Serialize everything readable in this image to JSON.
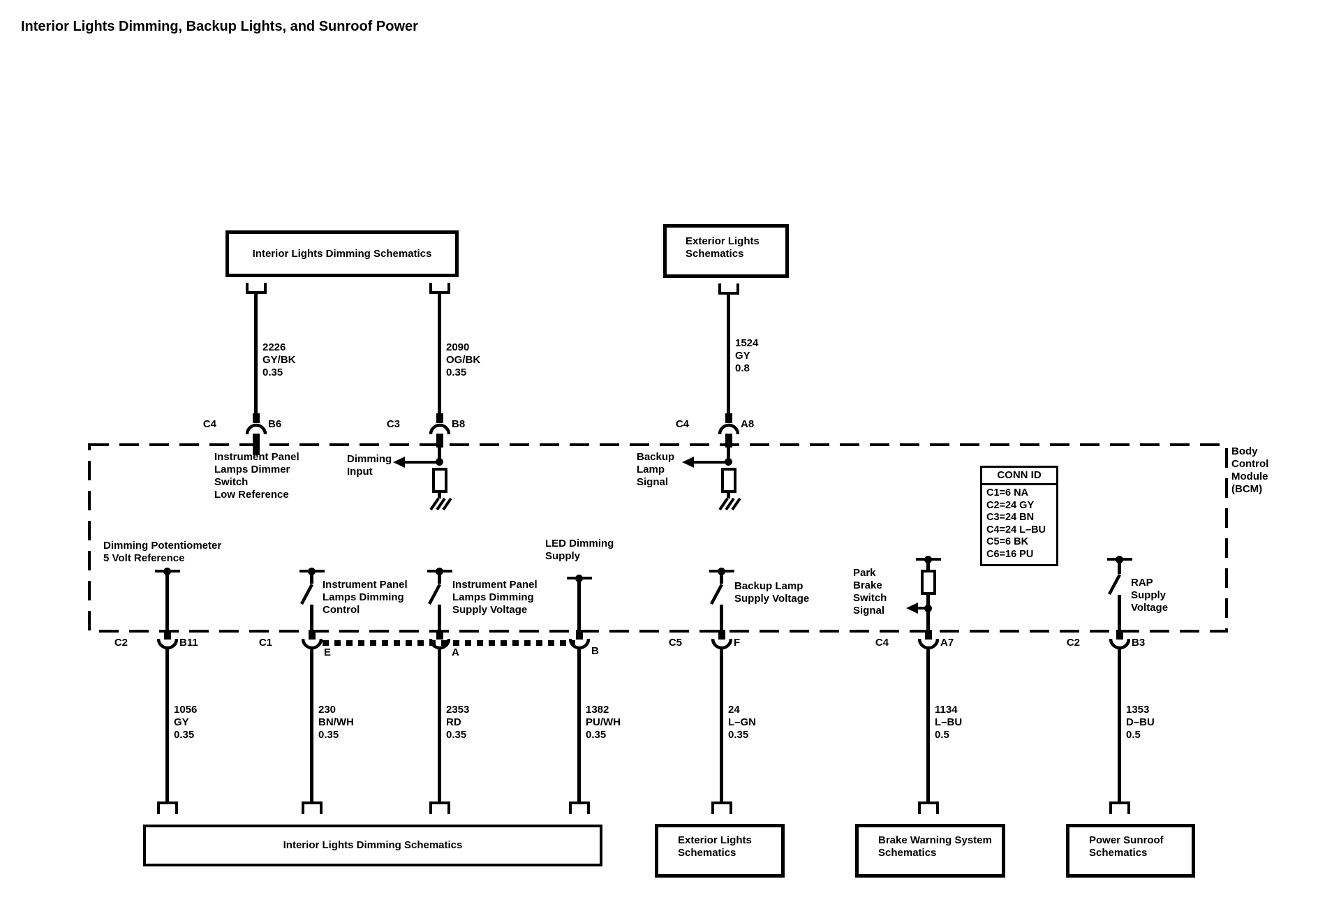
{
  "title": "Interior Lights Dimming, Backup Lights, and Sunroof Power",
  "top_boxes": [
    {
      "label": "Interior Lights Dimming Schematics"
    },
    {
      "label_lines": [
        "Exterior Lights",
        "Schematics"
      ]
    }
  ],
  "bottom_boxes": [
    {
      "label": "Interior Lights Dimming Schematics"
    },
    {
      "label_lines": [
        "Exterior Lights",
        "Schematics"
      ]
    },
    {
      "label_lines": [
        "Brake Warning System",
        "Schematics"
      ]
    },
    {
      "label_lines": [
        "Power Sunroof",
        "Schematics"
      ]
    }
  ],
  "bcm": {
    "name_lines": [
      "Body",
      "Control",
      "Module",
      "(BCM)"
    ],
    "conn_id": {
      "header": "CONN ID",
      "rows": [
        "C1=6 NA",
        "C2=24 GY",
        "C3=24 BN",
        "C4=24 L–BU",
        "C5=6 BK",
        "C6=16 PU"
      ]
    }
  },
  "top_circuits": [
    {
      "wire": [
        "2226",
        "GY/BK",
        "0.35"
      ],
      "conn_left": "C4",
      "conn_right": "B6",
      "bcm_label": [
        "Instrument Panel",
        "Lamps Dimmer",
        "Switch",
        "Low Reference"
      ]
    },
    {
      "wire": [
        "2090",
        "OG/BK",
        "0.35"
      ],
      "conn_left": "C3",
      "conn_right": "B8",
      "bcm_label": [
        "Dimming",
        "Input"
      ]
    },
    {
      "wire": [
        "1524",
        "GY",
        "0.8"
      ],
      "conn_left": "C4",
      "conn_right": "A8",
      "bcm_label": [
        "Backup",
        "Lamp",
        "Signal"
      ]
    }
  ],
  "bottom_circuits": [
    {
      "bcm_label": [
        "Dimming Potentiometer",
        "5 Volt Reference"
      ],
      "conn_left": "C2",
      "conn_right": "B11",
      "wire": [
        "1056",
        "GY",
        "0.35"
      ]
    },
    {
      "bcm_label": [
        "Instrument Panel",
        "Lamps Dimming",
        "Control"
      ],
      "conn_left": "C1",
      "conn_right": "E",
      "wire": [
        "230",
        "BN/WH",
        "0.35"
      ]
    },
    {
      "bcm_label": [
        "Instrument Panel",
        "Lamps Dimming",
        "Supply Voltage"
      ],
      "conn_left": "",
      "conn_right": "A",
      "wire": [
        "2353",
        "RD",
        "0.35"
      ]
    },
    {
      "bcm_label": [
        "LED Dimming",
        "Supply"
      ],
      "conn_left": "",
      "conn_right": "B",
      "wire": [
        "1382",
        "PU/WH",
        "0.35"
      ]
    },
    {
      "bcm_label": [
        "Backup Lamp",
        "Supply Voltage"
      ],
      "conn_left": "C5",
      "conn_right": "F",
      "wire": [
        "24",
        "L–GN",
        "0.35"
      ]
    },
    {
      "bcm_label": [
        "Park",
        "Brake",
        "Switch",
        "Signal"
      ],
      "conn_left": "C4",
      "conn_right": "A7",
      "wire": [
        "1134",
        "L–BU",
        "0.5"
      ]
    },
    {
      "bcm_label": [
        "RAP",
        "Supply",
        "Voltage"
      ],
      "conn_left": "C2",
      "conn_right": "B3",
      "wire": [
        "1353",
        "D–BU",
        "0.5"
      ]
    }
  ]
}
